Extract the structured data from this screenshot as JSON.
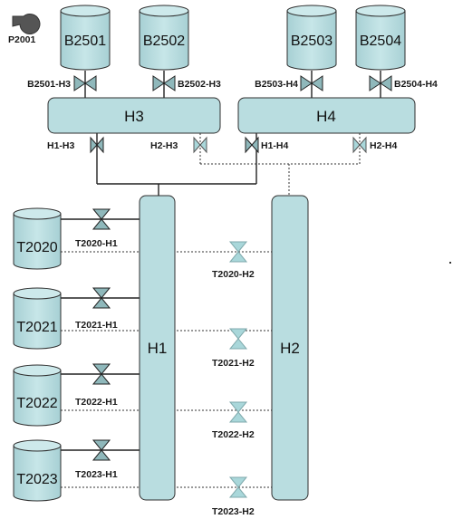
{
  "pump": {
    "label": "P2001"
  },
  "top_tanks": [
    {
      "label": "B2501",
      "valve": "B2501-H3"
    },
    {
      "label": "B2502",
      "valve": "B2502-H3"
    },
    {
      "label": "B2503",
      "valve": "B2503-H4"
    },
    {
      "label": "B2504",
      "valve": "B2504-H4"
    }
  ],
  "headers": {
    "h3": "H3",
    "h4": "H4",
    "h1": "H1",
    "h2": "H2"
  },
  "header_valves": [
    "H1-H3",
    "H2-H3",
    "H1-H4",
    "H2-H4"
  ],
  "side_tanks": [
    {
      "label": "T2020",
      "valve_h1": "T2020-H1",
      "valve_h2": "T2020-H2"
    },
    {
      "label": "T2021",
      "valve_h1": "T2021-H1",
      "valve_h2": "T2021-H2"
    },
    {
      "label": "T2022",
      "valve_h1": "T2022-H1",
      "valve_h2": "T2022-H2"
    },
    {
      "label": "T2023",
      "valve_h1": "T2023-H1",
      "valve_h2": "T2023-H2"
    }
  ],
  "colors": {
    "fill": "#b9dde0",
    "stroke": "#2f2f2f",
    "valve_light": "#a9d7da",
    "pump": "#555555"
  }
}
